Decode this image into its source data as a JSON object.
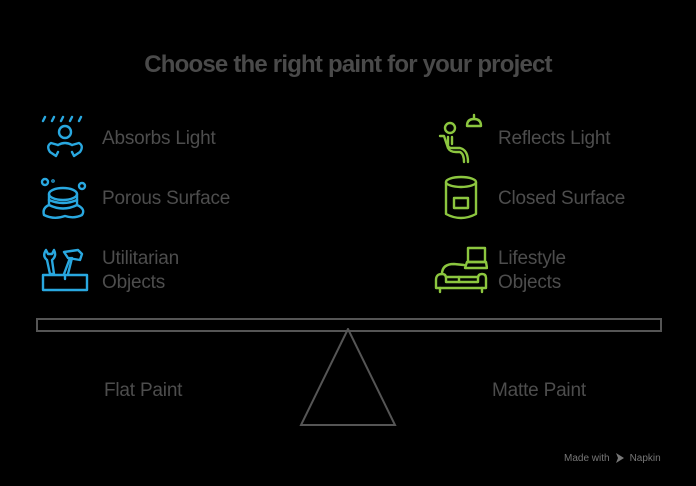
{
  "title": "Choose the right paint for your project",
  "colors": {
    "left_accent": "#29a8e0",
    "right_accent": "#8cc63f",
    "text": "#4d4d4d",
    "lines": "#555555",
    "background": "#000000"
  },
  "left": {
    "label": "Flat Paint",
    "items": [
      {
        "icon": "person-in-rain-icon",
        "text": "Absorbs Light"
      },
      {
        "icon": "porous-sponge-icon",
        "text": "Porous Surface"
      },
      {
        "icon": "toolbox-icon",
        "text_line1": "Utilitarian",
        "text_line2": "Objects"
      }
    ]
  },
  "right": {
    "label": "Matte Paint",
    "items": [
      {
        "icon": "person-under-lamp-icon",
        "text": "Reflects Light"
      },
      {
        "icon": "paint-can-icon",
        "text": "Closed Surface"
      },
      {
        "icon": "sofa-laptop-icon",
        "text_line1": "Lifestyle",
        "text_line2": "Objects"
      }
    ]
  },
  "footer": {
    "made_with": "Made with",
    "brand": "Napkin"
  }
}
